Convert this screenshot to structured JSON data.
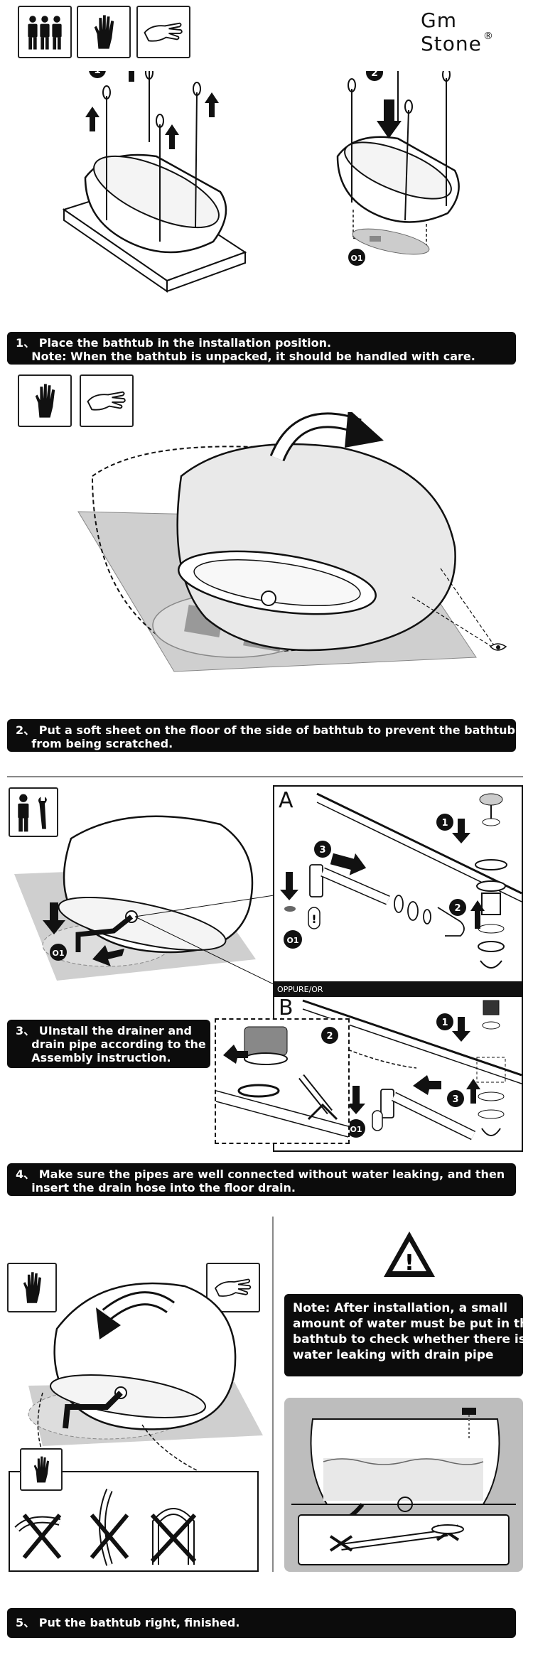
{
  "brand": {
    "name": "Gm Stone",
    "mark": "®"
  },
  "steps": [
    {
      "number": "1、",
      "lines": [
        "Place the bathtub in the installation position.",
        "Note: When the bathtub is unpacked, it should be handled with care."
      ]
    },
    {
      "number": "2、",
      "lines": [
        "Put a soft sheet on the floor of the side of bathtub to prevent the bathtub",
        "from being scratched."
      ]
    },
    {
      "number": "3、",
      "lines": [
        "UInstall the drainer and",
        "drain pipe according to the",
        "Assembly instruction."
      ]
    },
    {
      "number": "4、",
      "lines": [
        "Make sure the pipes are well connected without water leaking, and then",
        "insert the drain hose into the floor drain."
      ]
    },
    {
      "number": "5、",
      "lines": [
        "Put the bathtub right, finished."
      ]
    }
  ],
  "diagram_labels": {
    "callout_1": "1",
    "callout_2": "2",
    "callout_3": "3",
    "o1": "O1",
    "panel_a": "A",
    "panel_b": "B",
    "oppure": "OPPURE/OR"
  },
  "warning": {
    "symbol": "!",
    "lines": [
      "Note: After installation, a small",
      "amount of water must be put in the",
      "bathtub to check whether there is",
      "water leaking with drain pipe"
    ]
  }
}
